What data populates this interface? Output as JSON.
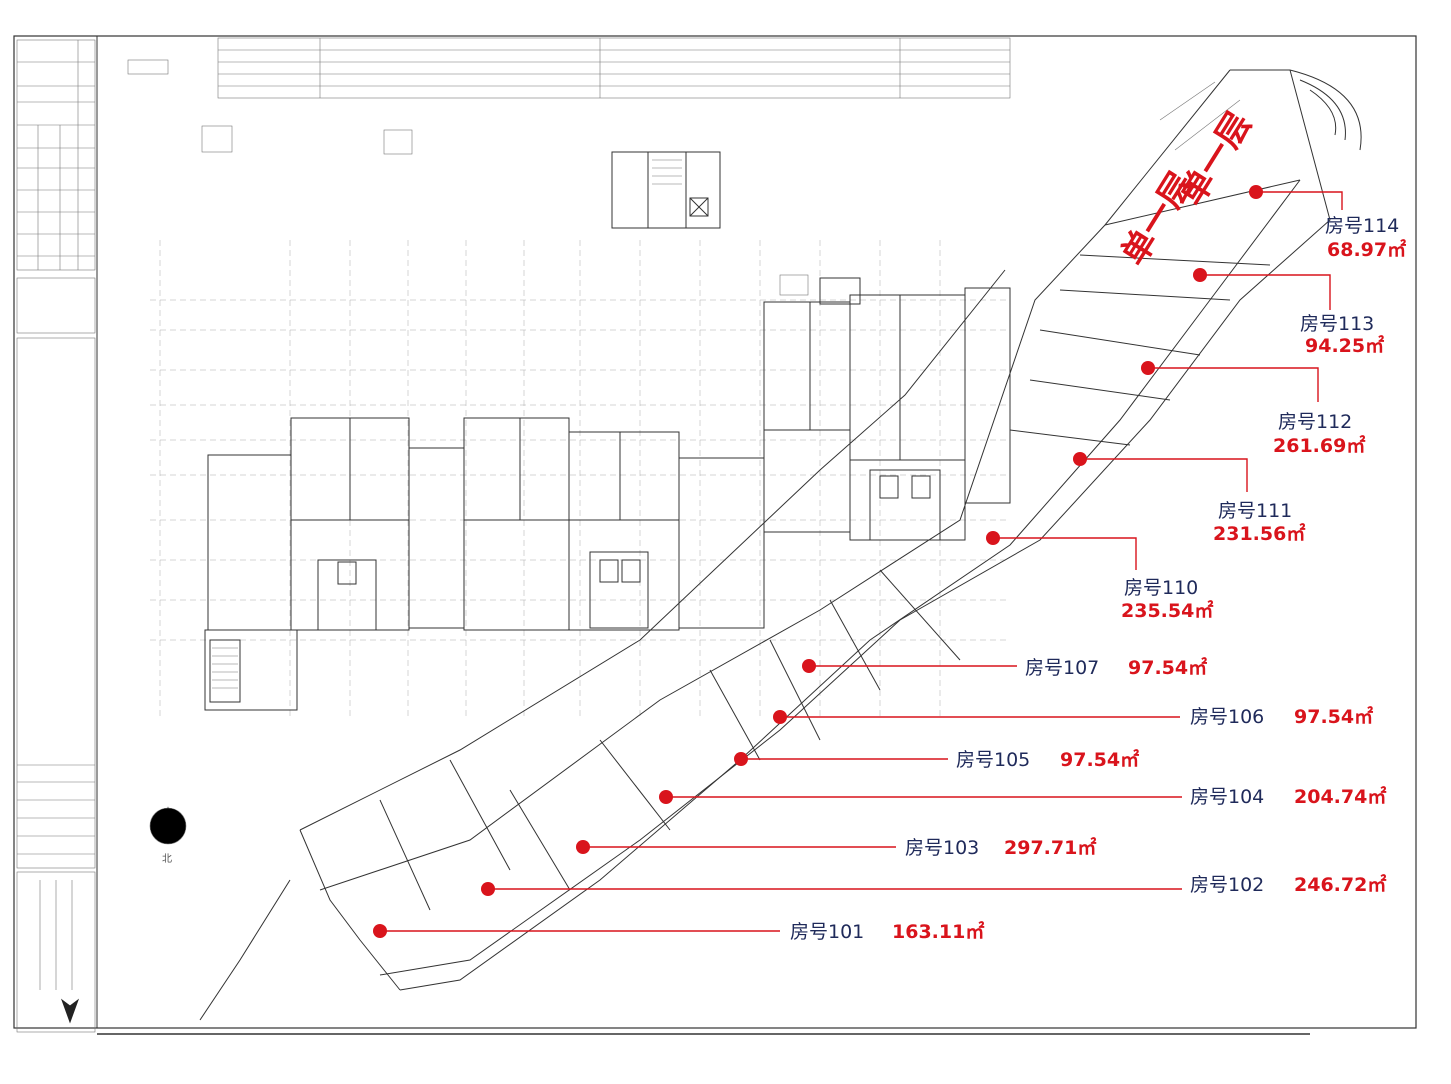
{
  "colors": {
    "accent": "#d9141c",
    "label_name": "#1f2a5a",
    "line": "#333333"
  },
  "drawing": {
    "floor_title": "单一层",
    "compass_label": "北"
  },
  "units": [
    {
      "id": "114",
      "name": "房号114",
      "area": "68.97㎡"
    },
    {
      "id": "113",
      "name": "房号113",
      "area": "94.25㎡"
    },
    {
      "id": "112",
      "name": "房号112",
      "area": "261.69㎡"
    },
    {
      "id": "111",
      "name": "房号111",
      "area": "231.56㎡"
    },
    {
      "id": "110",
      "name": "房号110",
      "area": "235.54㎡"
    },
    {
      "id": "107",
      "name": "房号107",
      "area": "97.54㎡"
    },
    {
      "id": "106",
      "name": "房号106",
      "area": "97.54㎡"
    },
    {
      "id": "105",
      "name": "房号105",
      "area": "97.54㎡"
    },
    {
      "id": "104",
      "name": "房号104",
      "area": "204.74㎡"
    },
    {
      "id": "103",
      "name": "房号103",
      "area": "297.71㎡"
    },
    {
      "id": "102",
      "name": "房号102",
      "area": "246.72㎡"
    },
    {
      "id": "101",
      "name": "房号101",
      "area": "163.11㎡"
    }
  ]
}
